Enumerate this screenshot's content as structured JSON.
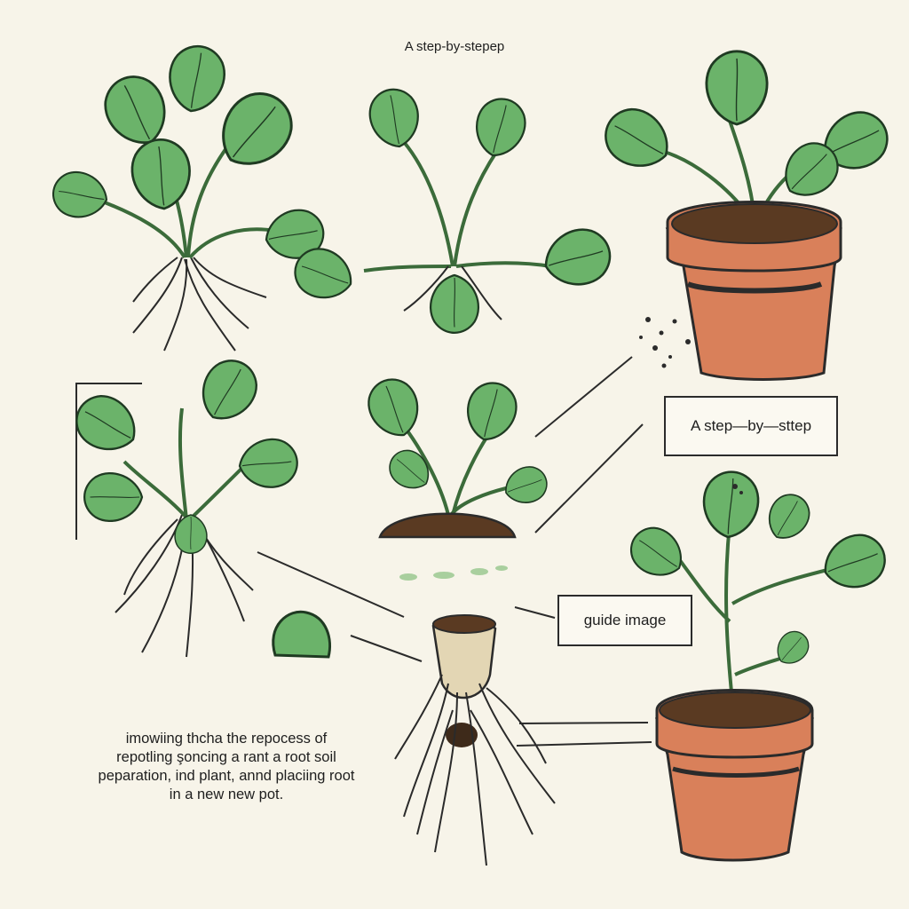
{
  "title": "A step-by-stepep",
  "labels": {
    "box_upper": "A step—by—sttep",
    "box_lower": "guide image"
  },
  "caption_lines": [
    "imowiing thcha the repocess of",
    "repotling şoncing a rant a root soil",
    "peparation, ind plant, annd placiing root",
    "in a new new pot."
  ],
  "colors": {
    "background": "#f7f4e9",
    "leaf": "#6bb36a",
    "leaf_outline": "#1f3a22",
    "pot": "#d9805a",
    "soil": "#5a3a22",
    "root": "#e3d6b4"
  },
  "illustrations": [
    "plant-with-roots-top-left",
    "seedling-top-center",
    "potted-plant-top-right",
    "plant-with-roots-middle-left",
    "seedling-in-soil-mound",
    "loose-leaf",
    "root-ball",
    "potted-plant-bottom-right"
  ]
}
